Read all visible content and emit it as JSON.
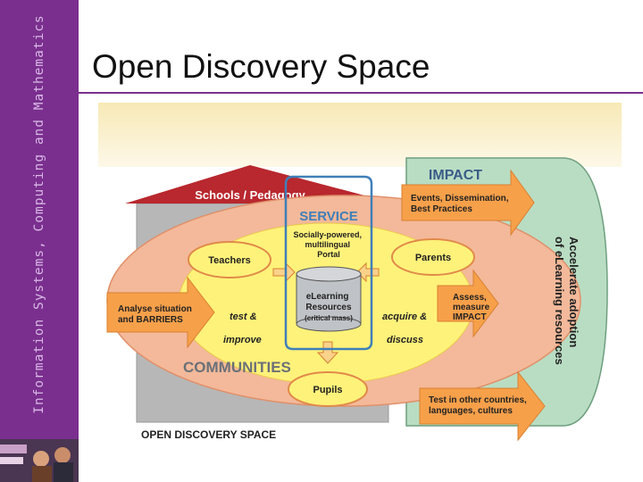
{
  "slide": {
    "sidebar_text": "Information Systems, Computing and Mathematics",
    "title": "Open Discovery Space"
  },
  "diagram": {
    "header": "Schools / Pedagogy",
    "service": "SERVICE",
    "portal": [
      "Socially-powered,",
      "multilingual",
      "Portal"
    ],
    "resources": [
      "eLearning",
      "Resources"
    ],
    "resources_note": "(critical mass)",
    "teachers": "Teachers",
    "parents": "Parents",
    "pupils": "Pupils",
    "analyse": [
      "Analyse situation",
      "and BARRIERS"
    ],
    "test_improve": [
      "test &",
      "improve"
    ],
    "acquire_discuss": [
      "acquire &",
      "discuss"
    ],
    "communities": "COMMUNITIES",
    "footer": "OPEN DISCOVERY SPACE",
    "impact": "IMPACT",
    "events": [
      "Events, Dissemination,",
      "Best Practices"
    ],
    "assess": [
      "Assess,",
      "measure",
      "IMPACT"
    ],
    "test_other": [
      "Test in other countries,",
      "languages, cultures"
    ],
    "accelerate": [
      "Accelerate adoption",
      "of eLearning resources"
    ]
  },
  "colors": {
    "sidebar": "#7a2f8e",
    "roof": "#b8282e",
    "box": "#b7b7b7",
    "outer_ellipse": "#f3b99a",
    "inner_ellipse": "#fff27a",
    "impact_green": "#b9ddc3",
    "service_blue": "#3f7fb8",
    "arrow_orange": "#f7a04a"
  }
}
